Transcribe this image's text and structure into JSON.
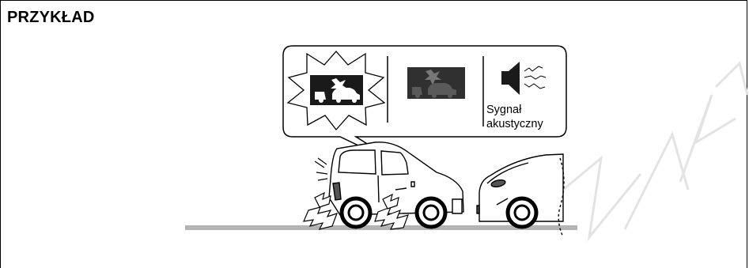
{
  "heading": "PRZYKŁAD",
  "callout": {
    "sound_label_line1": "Sygnał",
    "sound_label_line2": "akustyczny"
  },
  "icons": {
    "icon1": "collision-warning-flashing-icon",
    "icon2": "collision-warning-indicator-icon",
    "icon3": "speaker-icon"
  },
  "colors": {
    "ground": "#b3b3b3",
    "icon_dark": "#1a1a1a",
    "icon_dim": "#3a3a3a",
    "watermark": "#e6e6e6"
  }
}
